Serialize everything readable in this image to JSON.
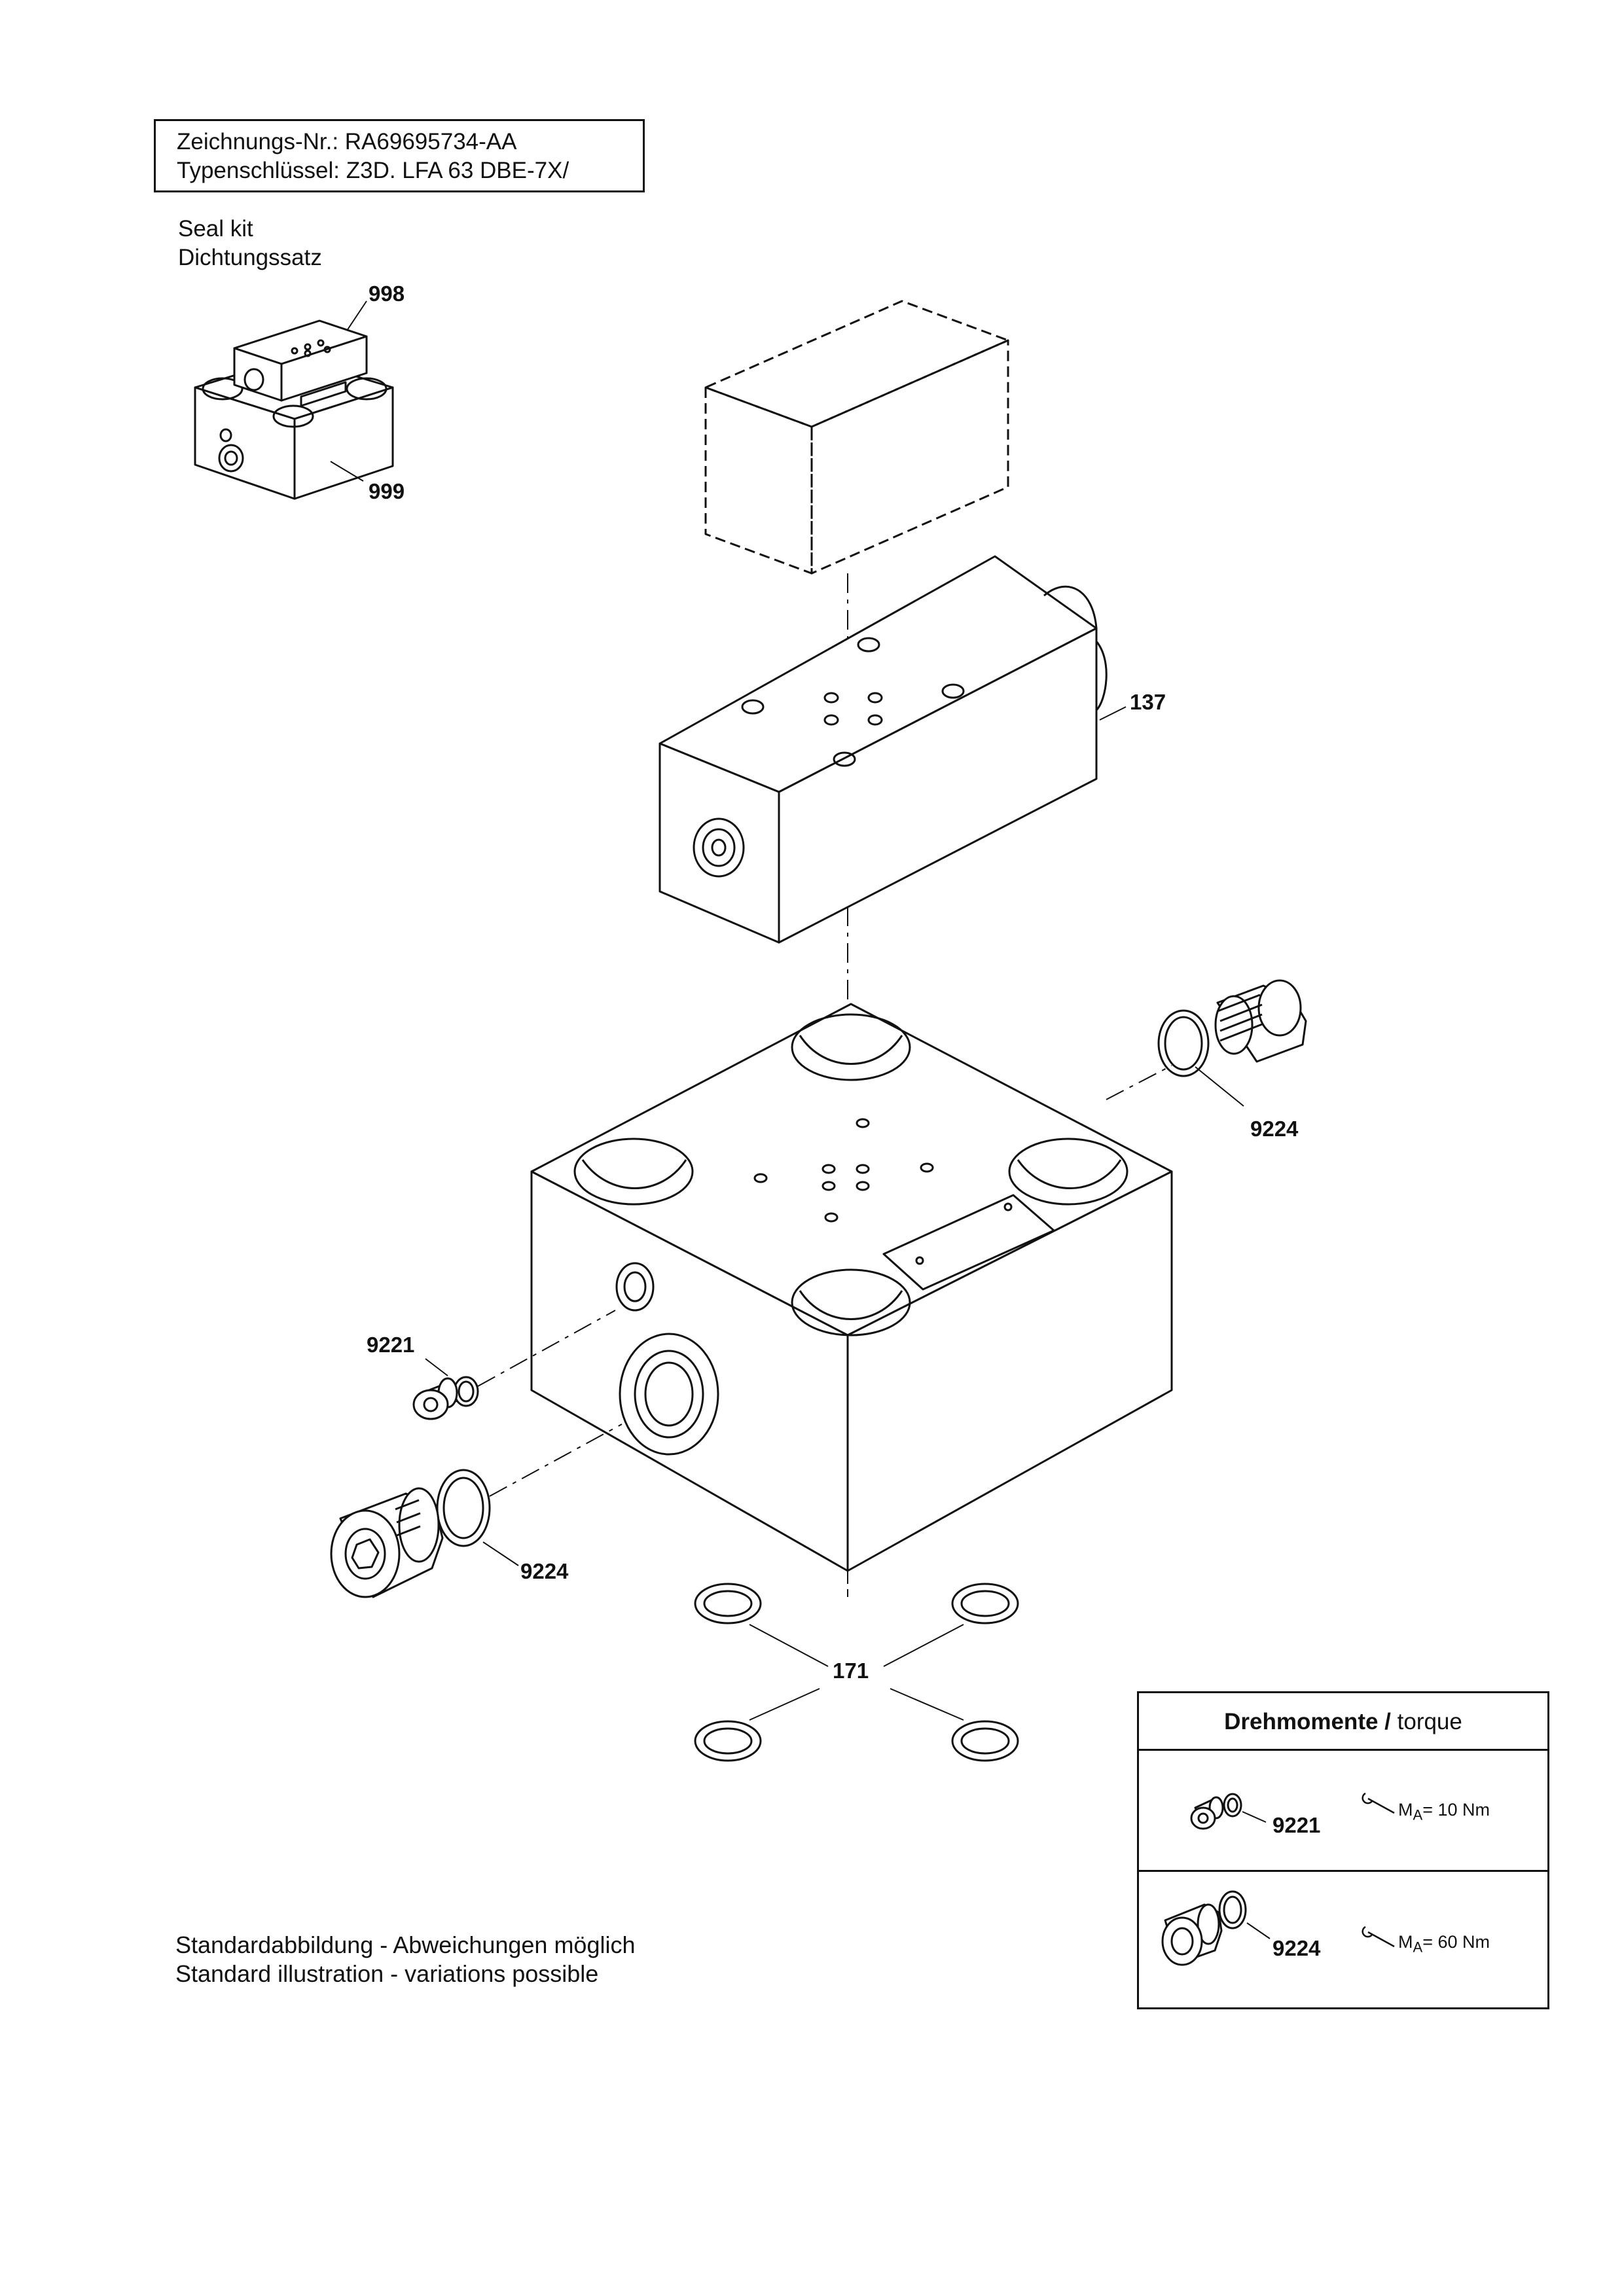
{
  "header": {
    "drawing_no": "Zeichnungs-Nr.: RA69695734-AA",
    "type_code": "Typenschlüssel: Z3D. LFA 63 DBE-7X/"
  },
  "seal_kit": {
    "label_en": "Seal kit",
    "label_de": "Dichtungssatz",
    "item_998": "998",
    "item_999": "999"
  },
  "callouts": {
    "c137": "137",
    "c9224_right": "9224",
    "c9221": "9221",
    "c9224_left": "9224",
    "c171": "171"
  },
  "footer": {
    "line_de": "Standardabbildung - Abweichungen möglich",
    "line_en": "Standard illustration - variations possible"
  },
  "torque_table": {
    "title_bold": "Drehmomente /",
    "title_normal": "torque",
    "rows": [
      {
        "item": "9221",
        "ma_symbol": "M",
        "ma_sub": "A",
        "ma_value": "= 10 Nm"
      },
      {
        "item": "9224",
        "ma_symbol": "M",
        "ma_sub": "A",
        "ma_value": "= 60 Nm"
      }
    ]
  }
}
